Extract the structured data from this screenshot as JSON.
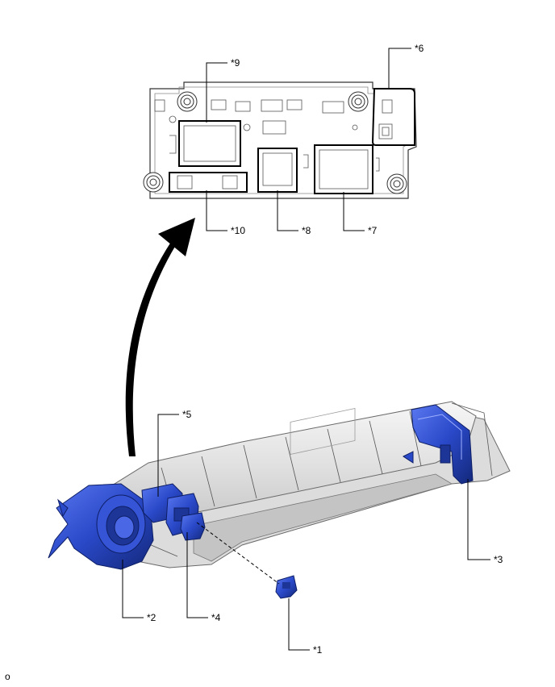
{
  "callouts": {
    "c1": "*1",
    "c2": "*2",
    "c3": "*3",
    "c4": "*4",
    "c5": "*5",
    "c6": "*6",
    "c7": "*7",
    "c8": "*8",
    "c9": "*9",
    "c10": "*10"
  },
  "corner_code": "o",
  "colors": {
    "part_blue": "#2a49c9",
    "part_blue_dark": "#1a2f8a",
    "body_grey": "#e8e8e8",
    "outline": "#1a1a1a"
  }
}
